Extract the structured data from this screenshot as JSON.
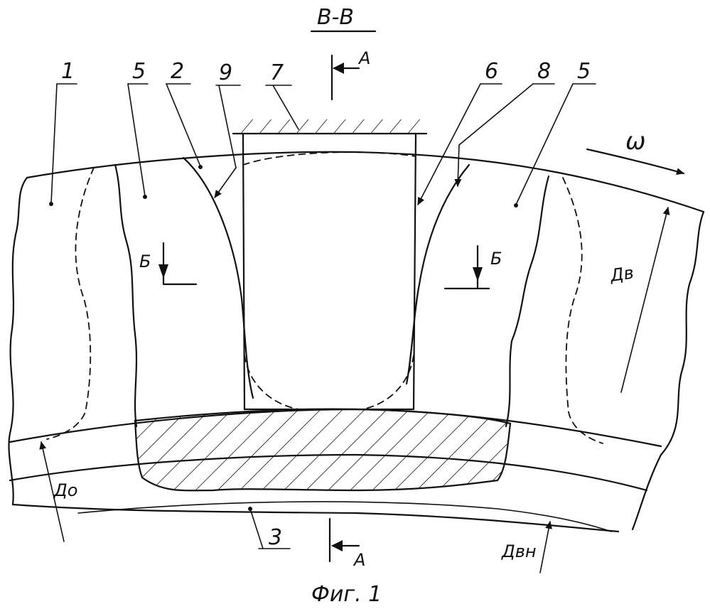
{
  "figure": {
    "section_title": "В-В",
    "caption": "Фиг. 1"
  },
  "callouts": {
    "c1": "1",
    "c5_left": "5",
    "c2": "2",
    "c9": "9",
    "c7": "7",
    "c6": "6",
    "c8": "8",
    "c5_right": "5",
    "c3": "3"
  },
  "section_marks": {
    "a_top": "А",
    "a_bottom": "А",
    "b_left": "Б",
    "b_right": "Б"
  },
  "dimensions": {
    "dv": "Дв",
    "d0": "До",
    "dvn": "Двн"
  },
  "rotation": {
    "omega": "ω"
  }
}
